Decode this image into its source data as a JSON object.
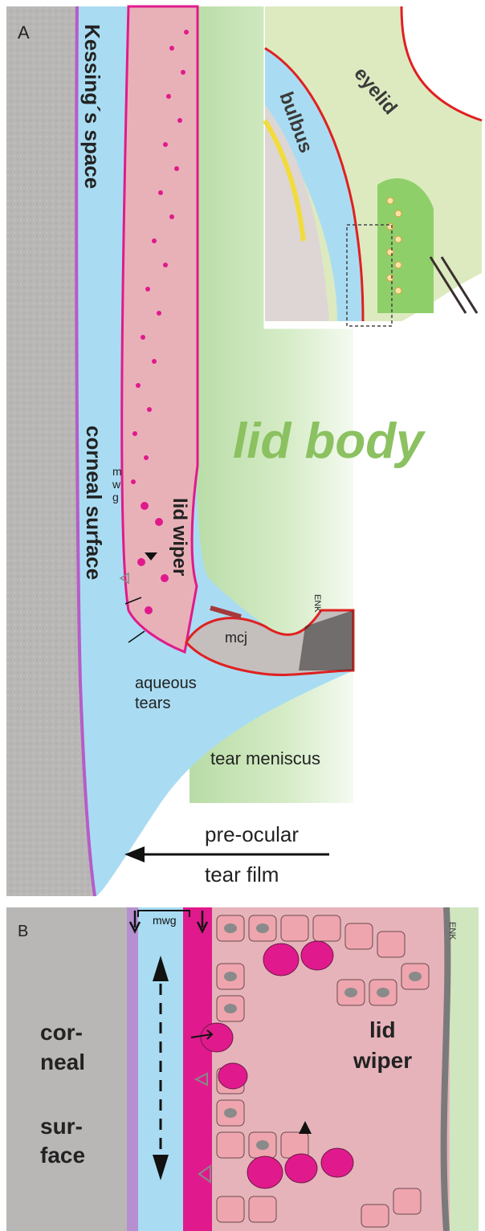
{
  "figure": {
    "colors": {
      "cornea": "#b9b7b5",
      "tears": "#a9dcf2",
      "lid_body": "#cfe6bf",
      "lid_epithelium": "#e8b1b8",
      "magenta": "#e01a8c",
      "mucocutaneous": "#c4bebd",
      "red_line": "#e02020",
      "lid_body_text": "#8bc160"
    },
    "panel_a": {
      "panel_label": "A",
      "kessing_space": "Kessing´s space",
      "corneal_surface": "corneal surface",
      "lid_wiper": "lid wiper",
      "lid_body": "lid body",
      "mcj": "mcj",
      "enk": "ENK",
      "aqueous_tears_line1": "aqueous",
      "aqueous_tears_line2": "tears",
      "tear_meniscus": "tear meniscus",
      "preocular_line1": "pre-ocular",
      "preocular_line2": "tear film",
      "mwg_m": "m",
      "mwg_w": "w",
      "mwg_g": "g",
      "inset": {
        "eyelid": "eyelid",
        "bulbus": "bulbus"
      }
    },
    "panel_b": {
      "panel_label": "B",
      "mwg": "mwg",
      "enk": "ENK",
      "corneal_1": "cor-",
      "corneal_2": "neal",
      "surface_1": "sur-",
      "surface_2": "face",
      "lid_1": "lid",
      "lid_2": "wiper"
    }
  }
}
